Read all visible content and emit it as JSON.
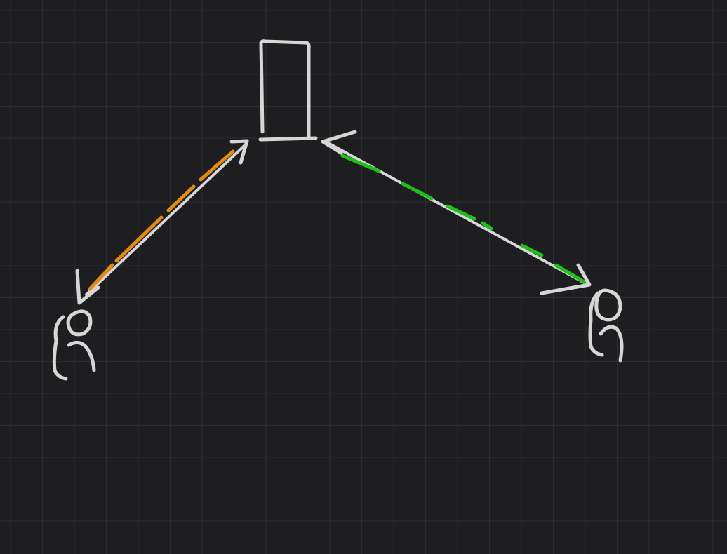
{
  "canvas": {
    "background": "#1e1e21",
    "grid_color": "#2d2d31",
    "grid": true
  },
  "colors": {
    "ink": "#d6d6d6",
    "orange": "#e38a12",
    "green": "#1fbf1a"
  },
  "elements": {
    "server": {
      "icon": "server-rectangle-icon"
    },
    "client_left": {
      "icon": "person-icon"
    },
    "client_right": {
      "icon": "person-icon"
    },
    "arrow_left": {
      "icon": "double-arrow-icon",
      "highlight": "orange",
      "style": "solid"
    },
    "arrow_right": {
      "icon": "double-arrow-icon",
      "highlight": "green",
      "style": "dashed"
    }
  }
}
